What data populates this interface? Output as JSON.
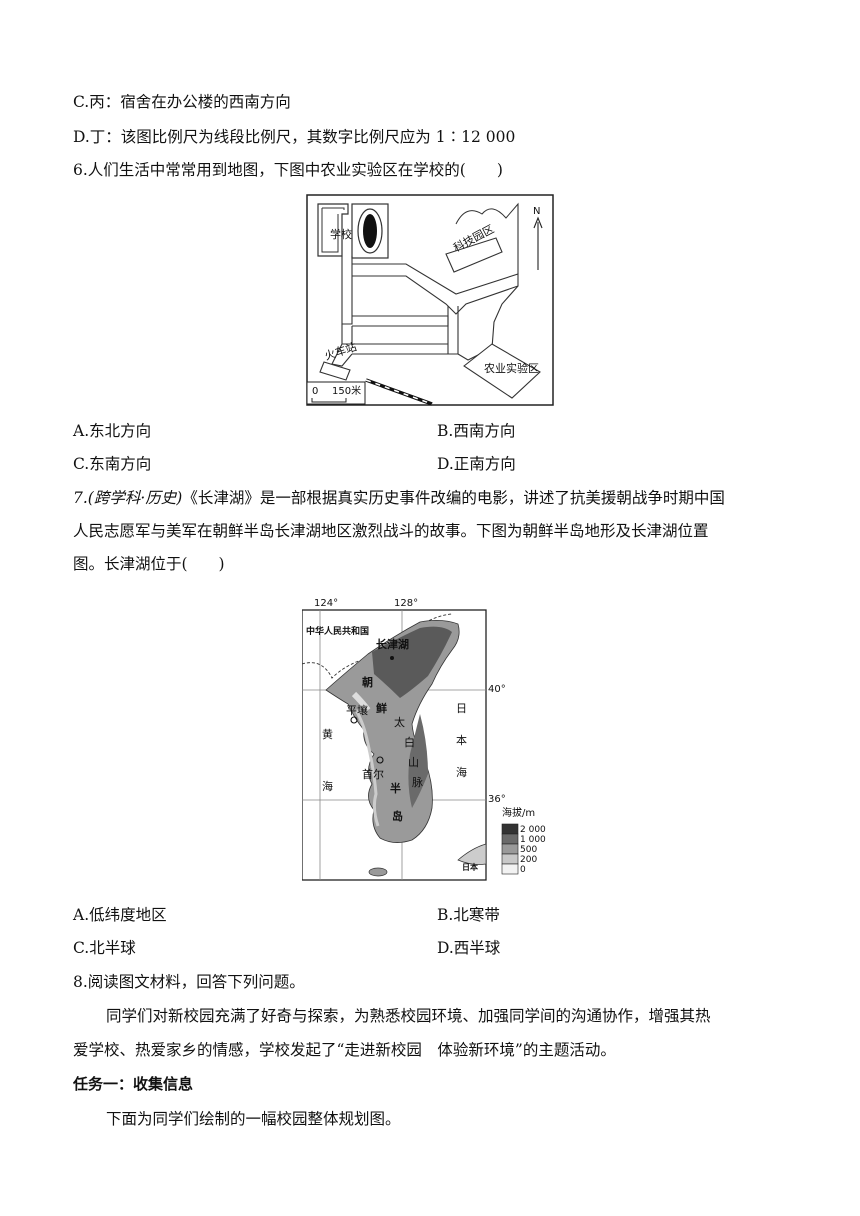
{
  "q5": {
    "option_c": "C.丙：宿舍在办公楼的西南方向",
    "option_d": "D.丁：该图比例尺为线段比例尺，其数字比例尺应为 1∶12 000"
  },
  "q6": {
    "stem": "6.人们生活中常常用到地图，下图中农业实验区在学校的(　　)",
    "map": {
      "school": "学校",
      "science_park": "科技园区",
      "north": "N",
      "station": "火车站",
      "agri": "农业实验区",
      "scale_zero": "0",
      "scale_len": "150米"
    },
    "options": [
      "A.东北方向",
      "B.西南方向",
      "C.东南方向",
      "D.正南方向"
    ]
  },
  "q7": {
    "stem_tag": "7.(跨学科·历史)",
    "stem_line1_rest": "《长津湖》是一部根据真实历史事件改编的电影，讲述了抗美援朝战争时期中国",
    "stem_line2": "人民志愿军与美军在朝鲜半岛长津湖地区激烈战斗的故事。下图为朝鲜半岛地形及长津湖位置",
    "stem_line3": "图。长津湖位于(　　)",
    "map": {
      "lon_124": "124°",
      "lon_128": "128°",
      "lat_40": "40°",
      "lat_36": "36°",
      "china": "中华人民共和国",
      "lake": "长津湖",
      "pyongyang": "平壤",
      "seoul": "首尔",
      "huang1": "黄",
      "huang2": "海",
      "japan_sea": [
        "日",
        "本",
        "海"
      ],
      "peninsula": [
        "朝",
        "鲜",
        "半",
        "岛"
      ],
      "mountains": [
        "太",
        "白",
        "山",
        "脉"
      ],
      "japan": "日本",
      "legend_title": "海拔/m",
      "legend": [
        "2 000",
        "1 000",
        "500",
        "200",
        "0"
      ]
    },
    "options": [
      "A.低纬度地区",
      "B.北寒带",
      "C.北半球",
      "D.西半球"
    ]
  },
  "q8": {
    "stem": "8.阅读图文材料，回答下列问题。",
    "para1_line1": "同学们对新校园充满了好奇与探索，为熟悉校园环境、加强同学间的沟通协作，增强其热",
    "para1_line2": "爱学校、热爱家乡的情感，学校发起了“走进新校园　体验新环境”的主题活动。",
    "task1": "任务一：收集信息",
    "para2": "下面为同学们绘制的一幅校园整体规划图。"
  }
}
